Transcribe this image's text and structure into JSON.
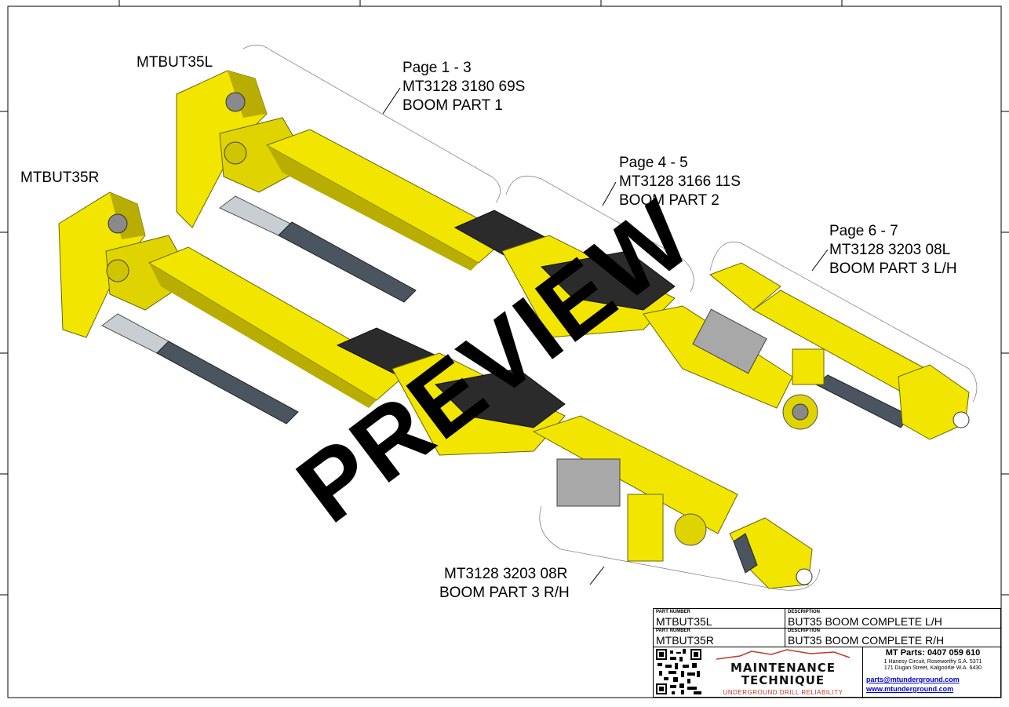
{
  "assemblies": {
    "left_name": "MTBUT35L",
    "right_name": "MTBUT35R"
  },
  "callouts": {
    "part1": {
      "pages": "Page 1 - 3",
      "number": "MT3128 3180 69S",
      "name": "BOOM PART 1"
    },
    "part2": {
      "pages": "Page 4 - 5",
      "number": "MT3128 3166 11S",
      "name": "BOOM PART 2"
    },
    "part3_lh": {
      "pages": "Page 6 - 7",
      "number": "MT3128 3203 08L",
      "name": "BOOM PART 3 L/H"
    },
    "part3_rh": {
      "number": "MT3128 3203 08R",
      "name": "BOOM PART 3 R/H"
    }
  },
  "watermark": "PREVIEW",
  "title_block": {
    "part_number_label": "PART NUMBER",
    "description_label": "DESCRIPTION",
    "rows": [
      {
        "part_number": "MTBUT35L",
        "description": "BUT35 BOOM COMPLETE L/H"
      },
      {
        "part_number": "MTBUT35R",
        "description": "BUT35 BOOM COMPLETE R/H"
      }
    ],
    "logo": {
      "line1": "MAINTENANCE",
      "line2": "TECHNIQUE",
      "tagline": "UNDERGROUND DRILL RELIABILITY"
    },
    "contact": {
      "phone": "MT Parts: 0407 059 610",
      "address1": "1 Hanesy Circuit, Roseworthy S.A. 5371",
      "address2": "171 Dugan Street, Kalgoorlie W.A. 6430",
      "email": "parts@mtunderground.com",
      "website": "www.mtunderground.com"
    }
  },
  "colors": {
    "boom_yellow": "#f2e600",
    "boom_shadow": "#b8ad00",
    "cylinder_dark": "#4a5560",
    "cylinder_chrome": "#c9ced2",
    "pad_black": "#2b2b2b",
    "watermark": "#000000"
  }
}
